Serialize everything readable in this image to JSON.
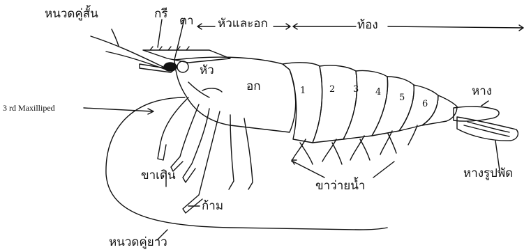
{
  "diagram": {
    "labels": {
      "short_antenna": "หนวดคู่สั้น",
      "rostrum": "กรี",
      "eye": "ตา",
      "cephalothorax": "หัวและอก",
      "abdomen": "ท้อง",
      "head": "หัว",
      "thorax": "อก",
      "third_maxilliped": "3 rd Maxilliped",
      "tail": "หาง",
      "walking_legs": "ขาเดิน",
      "chela": "ก้าม",
      "swimmerets": "ขาว่ายน้ำ",
      "uropod": "หางรูปพัด",
      "long_antenna": "หนวดคู่ยาว"
    },
    "segments": [
      "1",
      "2",
      "3",
      "4",
      "5",
      "6"
    ]
  },
  "colors": {
    "ink": "#111111",
    "paper": "#ffffff"
  }
}
